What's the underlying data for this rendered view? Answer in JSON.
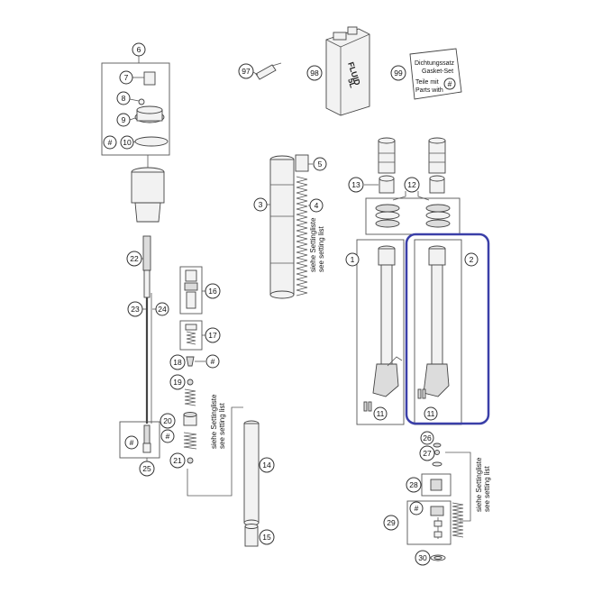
{
  "fluid_can": {
    "label": "FLUID",
    "volume": "5L"
  },
  "gasket_card": {
    "line1": "Dichtungssatz",
    "line2": "Gasket-Set",
    "line3": "Teile mit",
    "line4": "Parts with",
    "symbol": "#"
  },
  "setting_note": {
    "de": "siehe Settingliste",
    "en": "see setting list"
  },
  "callouts": {
    "c1": "1",
    "c2": "2",
    "c3": "3",
    "c4": "4",
    "c5": "5",
    "c6": "6",
    "c7": "7",
    "c8": "8",
    "c9": "9",
    "c10": "10",
    "c11a": "11",
    "c11b": "11",
    "c12": "12",
    "c13": "13",
    "c14": "14",
    "c15": "15",
    "c16": "16",
    "c17": "17",
    "c18": "18",
    "c19": "19",
    "c20": "20",
    "c21": "21",
    "c22": "22",
    "c23": "23",
    "c24": "24",
    "c25": "25",
    "c26": "26",
    "c27": "27",
    "c28": "28",
    "c29": "29",
    "c30": "30",
    "c97": "97",
    "c98": "98",
    "c99": "99"
  },
  "hash": "#",
  "highlight_color": "#3a3fa8"
}
